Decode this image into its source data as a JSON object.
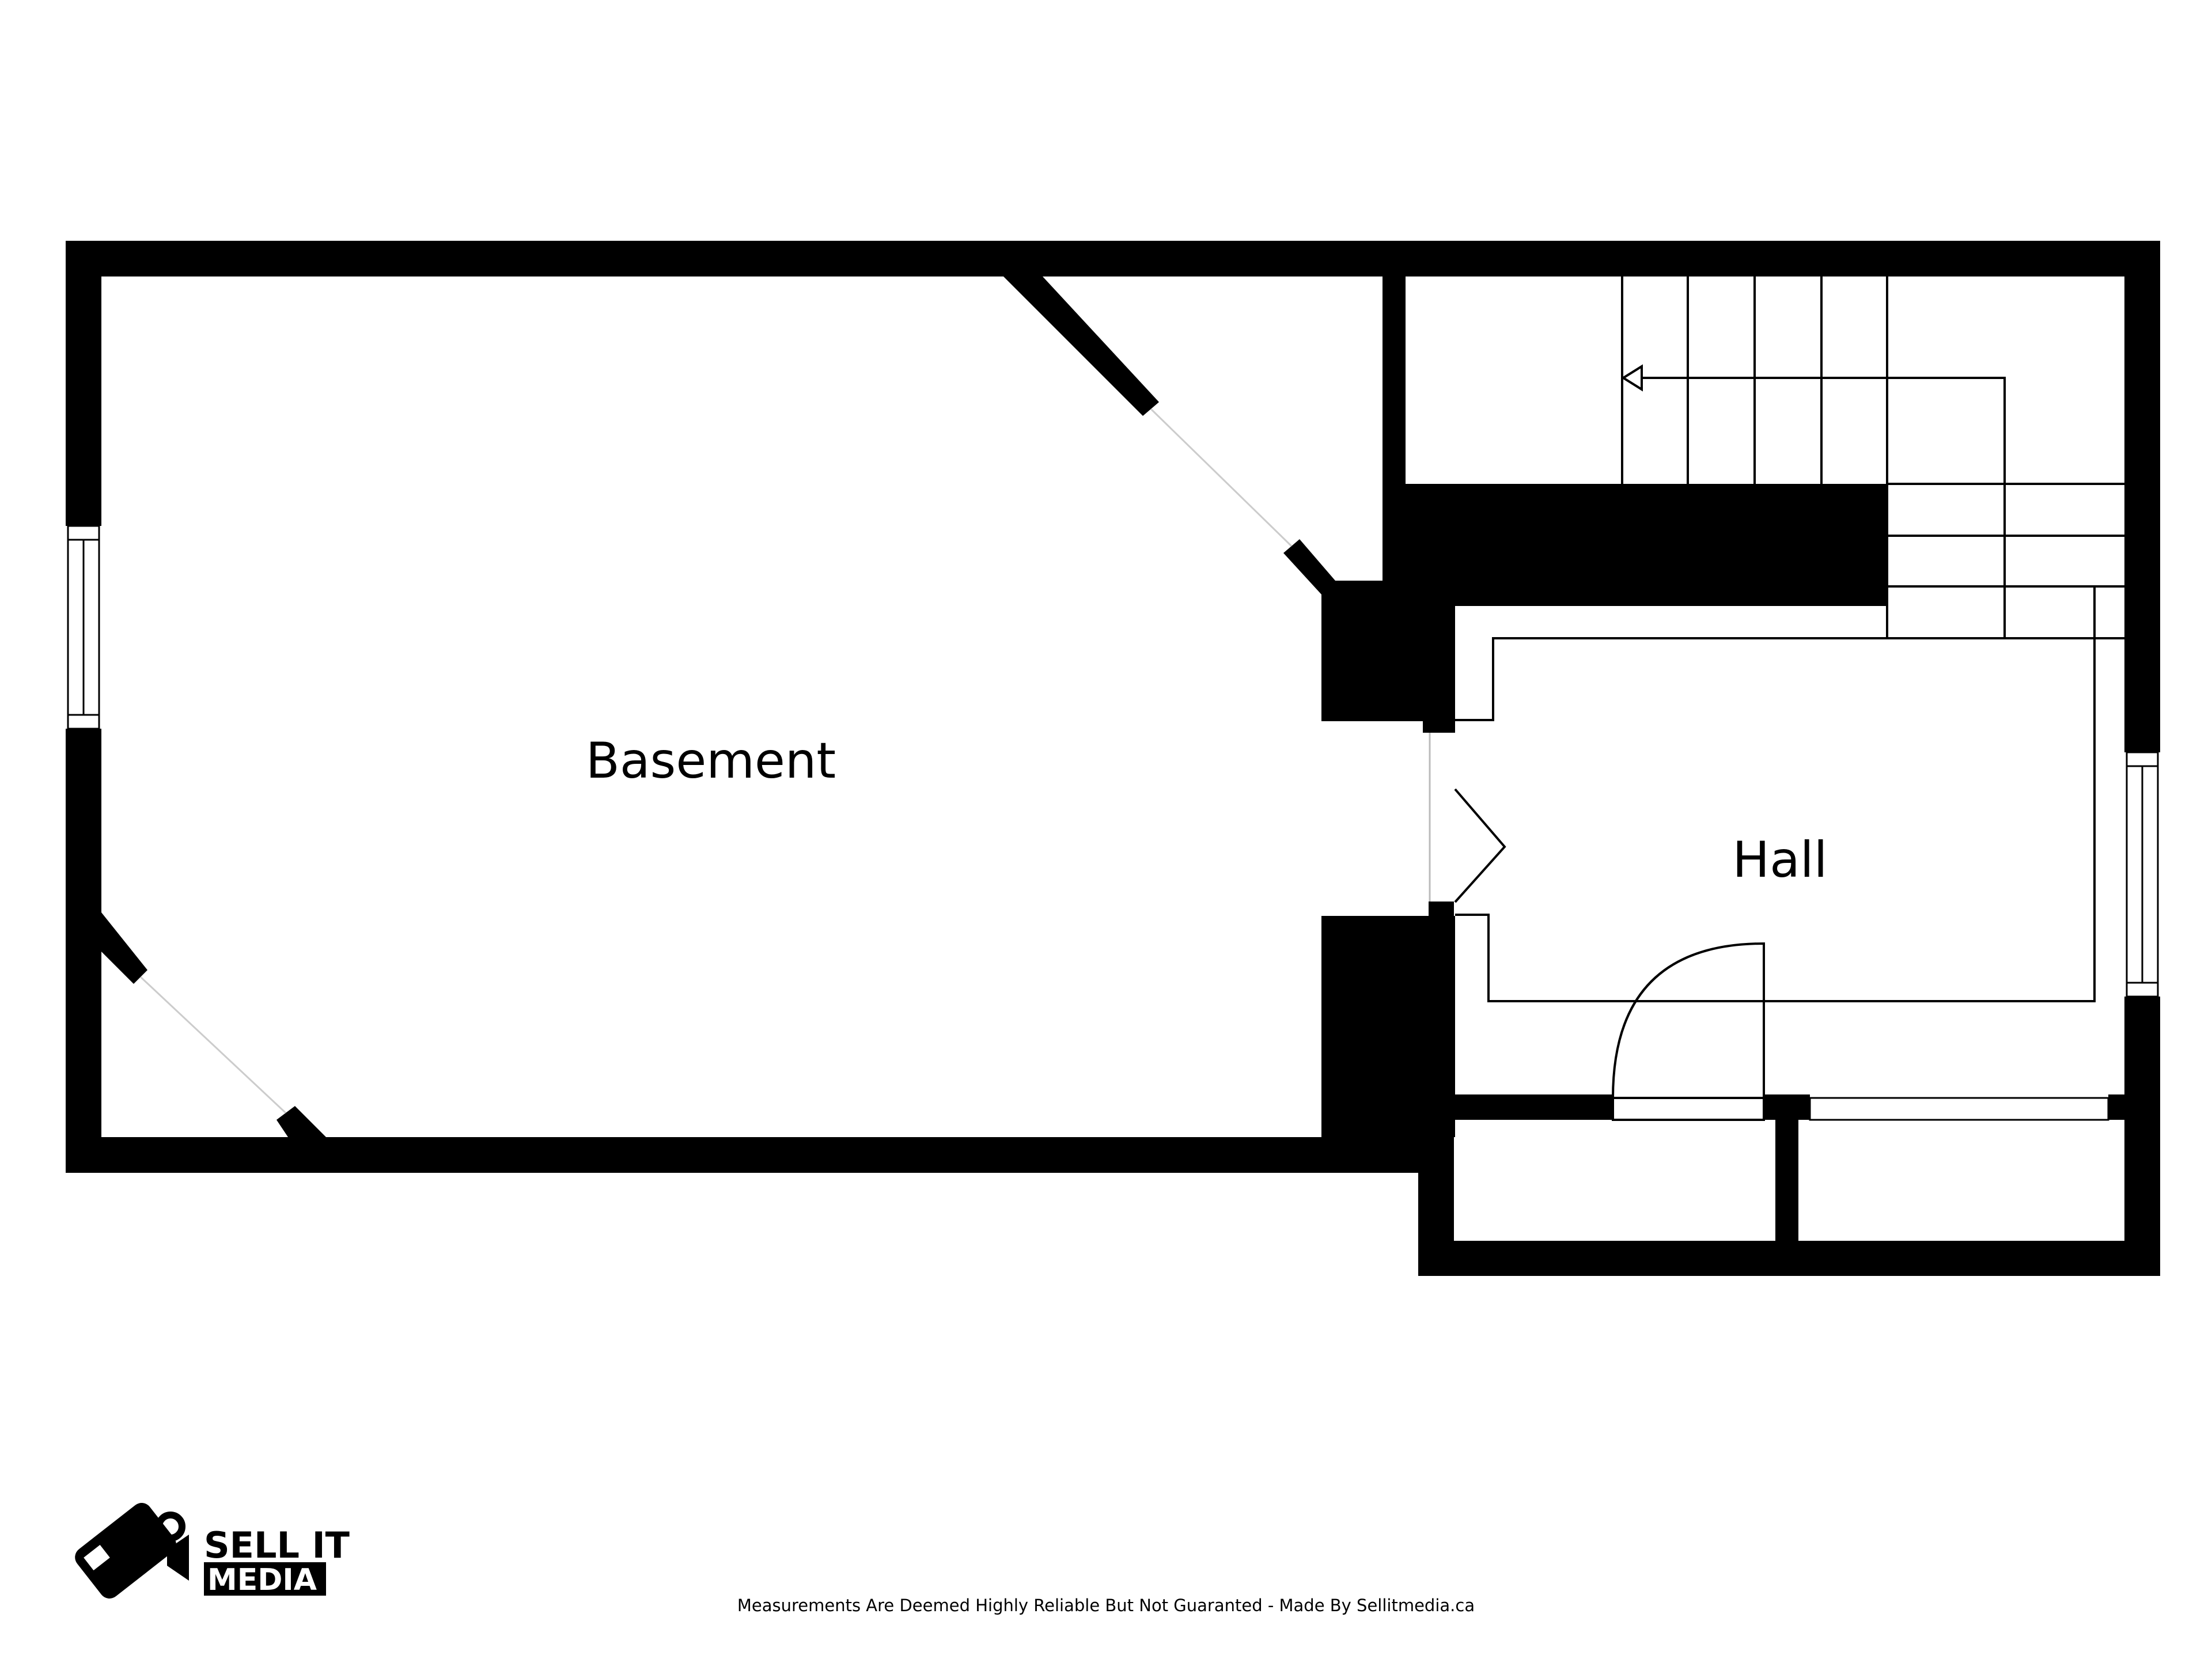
{
  "rooms": {
    "basement": "Basement",
    "hall": "Hall"
  },
  "logo": {
    "line1": "SELL IT",
    "line2": "MEDIA"
  },
  "footer": {
    "disclaimer": "Measurements Are Deemed Highly Reliable But Not Guaranted - Made By Sellitmedia.ca"
  },
  "colors": {
    "wall": "#000000",
    "background": "#ffffff"
  }
}
